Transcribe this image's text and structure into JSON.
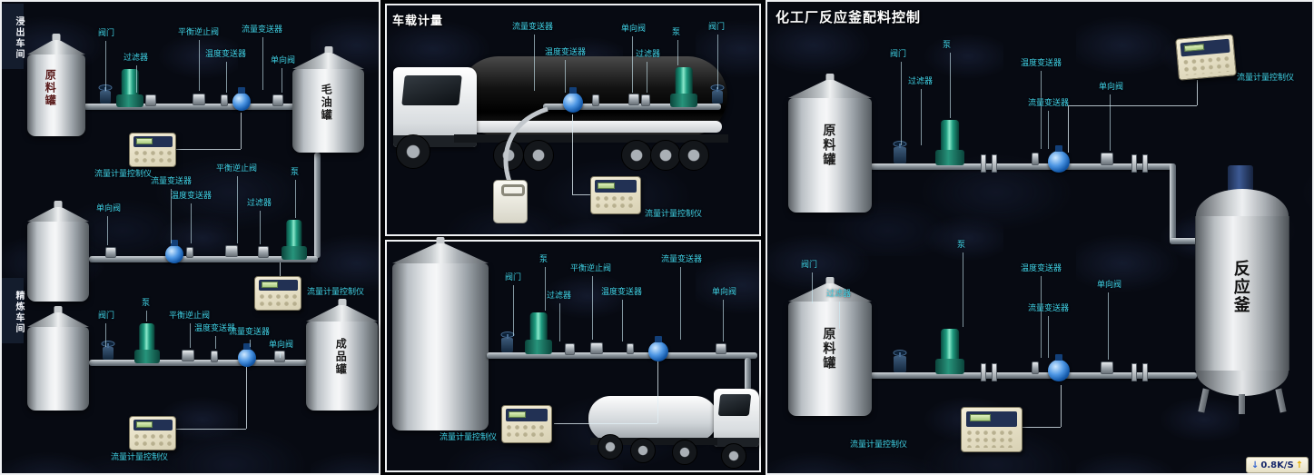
{
  "colors": {
    "background": "#07090f",
    "label_text": "#41d3e8",
    "panel_border": "#eef0f2",
    "title_text": "#ffffff",
    "pump_green": "#1f9c80",
    "transmitter_blue": "#1257a8",
    "instrument_beige": "#ece5cc"
  },
  "labels": {
    "valve": "阀门",
    "filter": "过滤器",
    "pump": "泵",
    "balance_check_valve": "平衡逆止阀",
    "temperature_transmitter": "温度变送器",
    "flow_transmitter": "流量变送器",
    "check_valve": "单向阀",
    "flow_controller": "流量计量控制仪",
    "raw_material_tank": "原料罐",
    "crude_oil_tank": "毛油罐",
    "finished_product_tank": "成品罐",
    "reactor": "反应釜"
  },
  "panels": {
    "left": {
      "workshop_top": "浸出车间",
      "workshop_bottom": "精炼车间"
    },
    "middle_top": {
      "title": "车载计量"
    },
    "right": {
      "title": "化工厂反应釜配料控制"
    }
  },
  "status_widget": {
    "down_arrow": "↓",
    "speed": "0.8K/S",
    "up_arrow": "↑"
  }
}
